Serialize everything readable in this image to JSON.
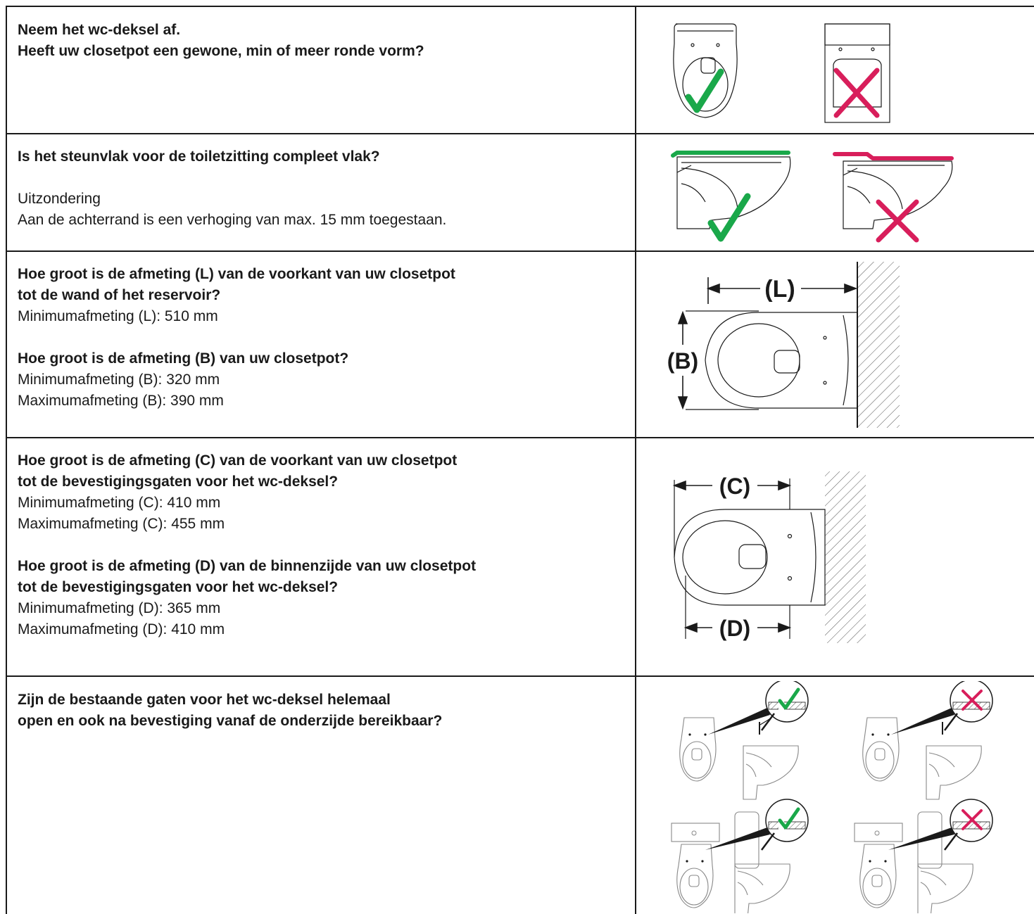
{
  "rows": [
    {
      "q1": "Neem het wc-deksel af.",
      "q2": "Heeft uw closetpot een gewone, min of meer ronde vorm?"
    },
    {
      "q": "Is het steunvlak voor de toiletzitting compleet vlak?",
      "note_title": "Uitzondering",
      "note": "Aan de achterrand is een verhoging van max. 15 mm toegestaan."
    },
    {
      "q_l1": "Hoe groot is de afmeting (L) van de voorkant van uw closetpot",
      "q_l2": "tot de wand of het reservoir?",
      "min_l": "Minimumafmeting (L): 510 mm",
      "q_b": "Hoe groot is de afmeting (B) van uw closetpot?",
      "min_b": "Minimumafmeting (B): 320 mm",
      "max_b": "Maximumafmeting (B): 390 mm",
      "label_l": "(L)",
      "label_b": "(B)"
    },
    {
      "q_c1": "Hoe groot is de afmeting (C) van de voorkant van uw closetpot",
      "q_c2": "tot de bevestigingsgaten voor het wc-deksel?",
      "min_c": "Minimumafmeting (C): 410 mm",
      "max_c": "Maximumafmeting (C): 455 mm",
      "q_d1": "Hoe groot is de afmeting (D) van de binnenzijde van uw closetpot",
      "q_d2": "tot de bevestigingsgaten voor het wc-deksel?",
      "min_d": "Minimumafmeting (D): 365 mm",
      "max_d": "Maximumafmeting (D): 410 mm",
      "label_c": "(C)",
      "label_d": "(D)"
    },
    {
      "q1": "Zijn de bestaande gaten voor het wc-deksel helemaal",
      "q2": "open en ook na bevestiging vanaf de onderzijde bereikbaar?"
    }
  ],
  "colors": {
    "ok": "#1aa84a",
    "bad": "#d81e5b",
    "line": "#1a1a1a",
    "hatch": "#555555"
  },
  "icons": [
    "check-icon",
    "cross-icon"
  ]
}
